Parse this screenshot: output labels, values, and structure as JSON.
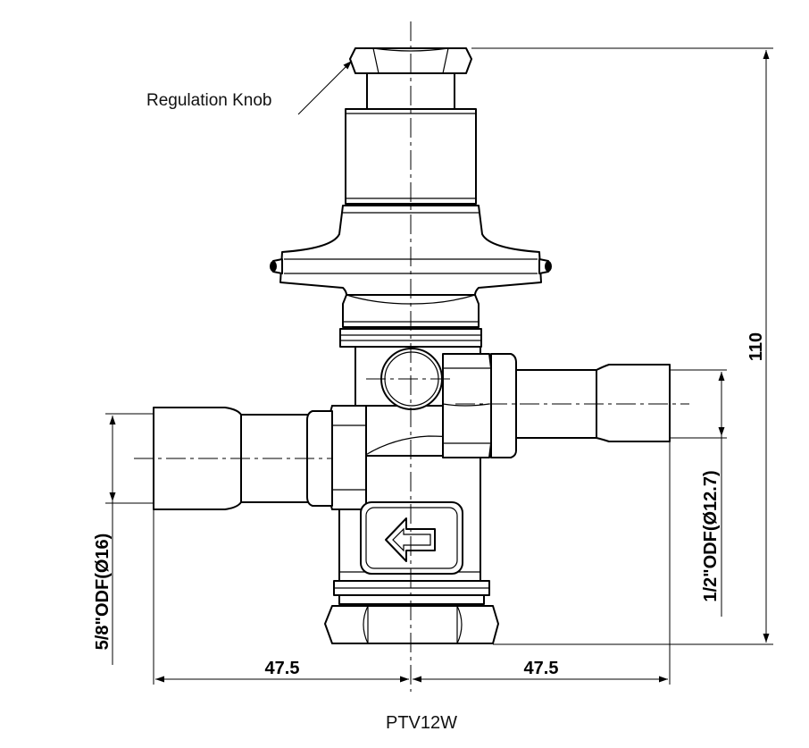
{
  "callout": {
    "label": "Regulation Knob"
  },
  "dimensions": {
    "height": "110",
    "left_width": "47.5",
    "right_width": "47.5",
    "left_connection": "5/8\"ODF(Ø16)",
    "right_connection": "1/2\"ODF(Ø12.7)"
  },
  "model": "PTV12W"
}
